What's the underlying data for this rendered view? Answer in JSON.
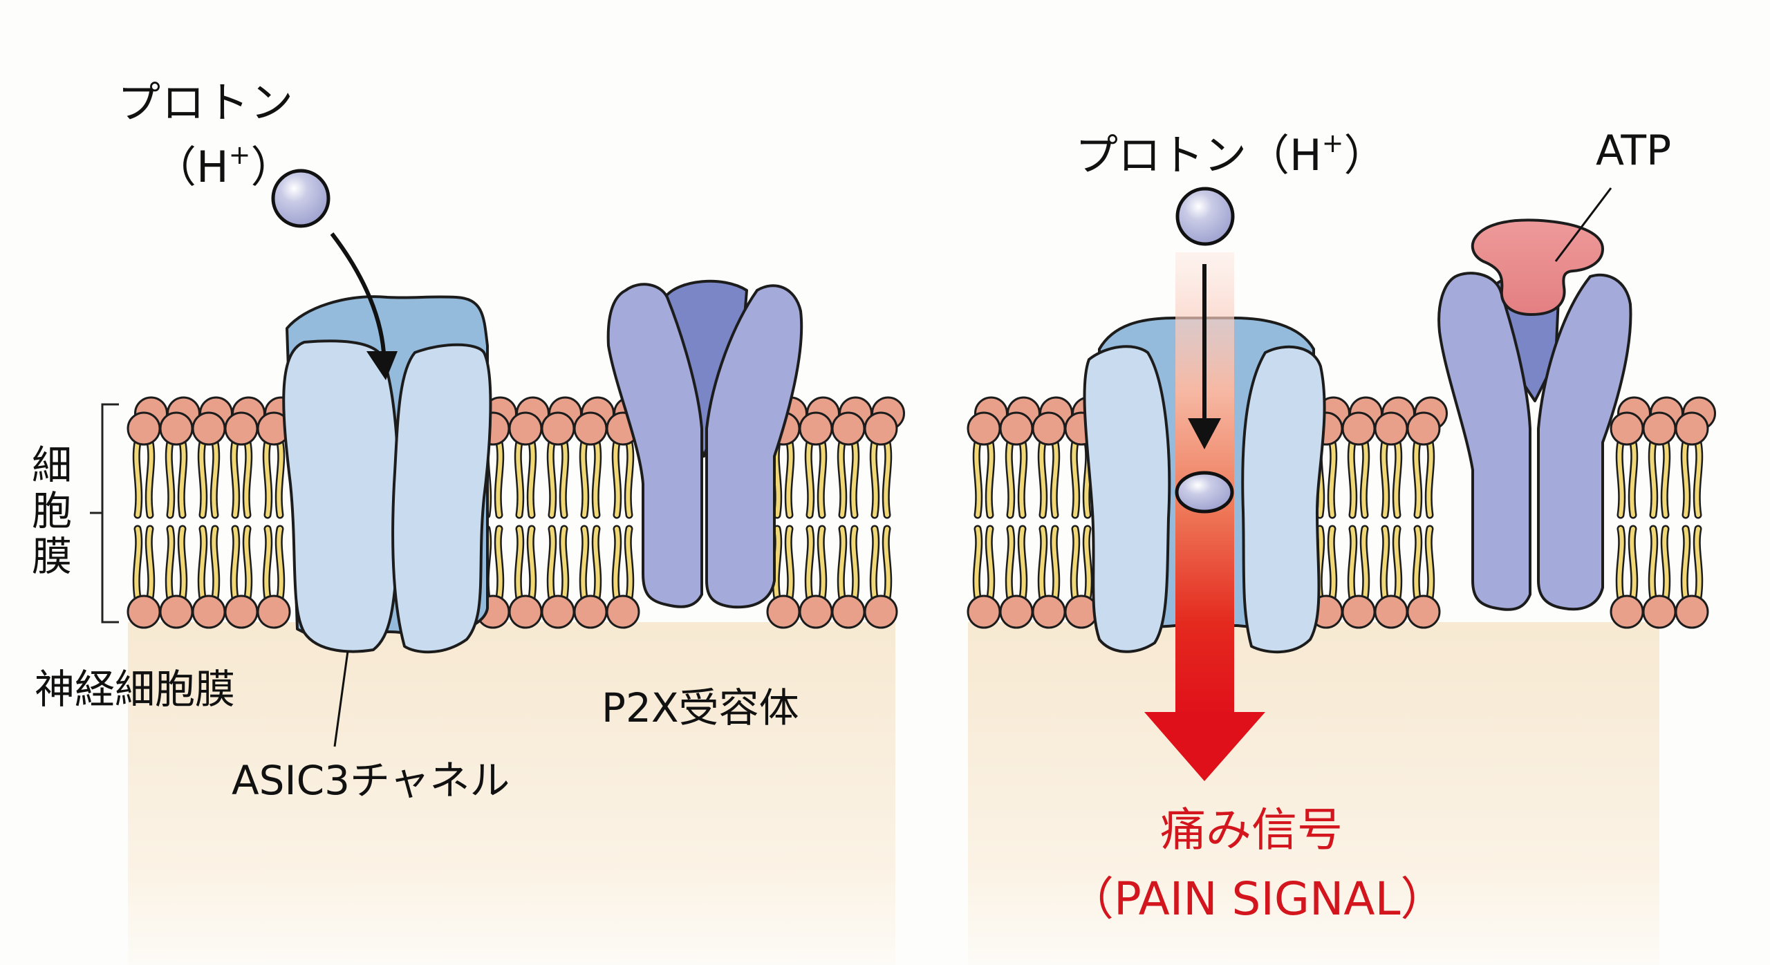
{
  "figure": {
    "left_panel": {
      "proton_label": "プロトン",
      "proton_symbol_prefix": "（H",
      "proton_symbol_sup": "+",
      "proton_symbol_suffix": "）",
      "cell_membrane_label": [
        "細",
        "胞",
        "膜"
      ],
      "neuron_membrane_label": "神経細胞膜",
      "asic3_label": "ASIC3チャネル",
      "p2x_label": "P2X受容体"
    },
    "right_panel": {
      "proton_label_full_prefix": "プロトン（H",
      "proton_symbol_sup": "+",
      "proton_symbol_suffix": "）",
      "atp_label": "ATP",
      "pain_signal_jp": "痛み信号",
      "pain_signal_en": "（PAIN SIGNAL）"
    },
    "colors": {
      "lipid_head": "#e9a08a",
      "lipid_tail": "#f0d877",
      "outline": "#1c1c1c",
      "asic3_subunit": "#c9dcef",
      "asic3_pore": "#94bbdb",
      "p2x_subunit": "#a4aad9",
      "p2x_pore": "#7a86c6",
      "atp": "#e8898a",
      "proton": "#b6b9dc",
      "cytoplasm": "#f8ecd8",
      "pain_arrow": "#e0101a",
      "pain_text": "#d3161e"
    }
  }
}
